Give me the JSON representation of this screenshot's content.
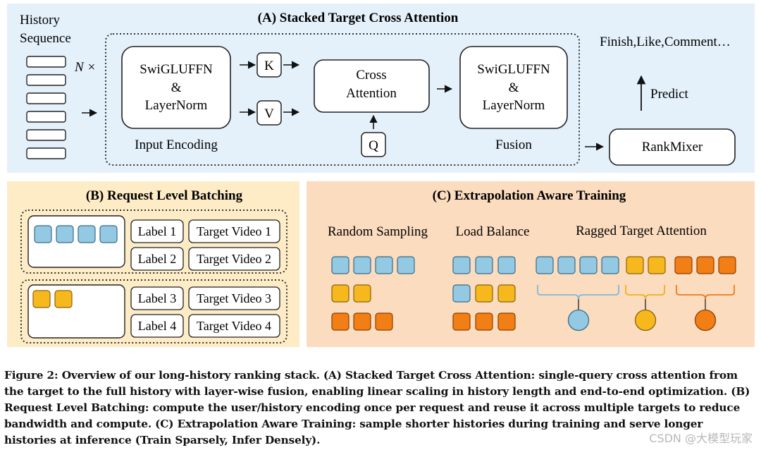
{
  "panel_a": {
    "title": "(A) Stacked Target Cross Attention",
    "history_line1": "History",
    "history_line2": "Sequence",
    "n_times": "N ×",
    "encoder_line1": "SwiGLUFFN",
    "encoder_line2": "&",
    "encoder_line3": "LayerNorm",
    "input_encoding": "Input Encoding",
    "k_label": "K",
    "v_label": "V",
    "q_label": "Q",
    "cross_line1": "Cross",
    "cross_line2": "Attention",
    "fusion_line1": "SwiGLUFFN",
    "fusion_line2": "&",
    "fusion_line3": "LayerNorm",
    "fusion_label": "Fusion",
    "outputs": "Finish,Like,Comment…",
    "predict": "Predict",
    "rankmixer": "RankMixer"
  },
  "panel_b": {
    "title": "(B) Request Level Batching",
    "label1": "Label 1",
    "label2": "Label 2",
    "label3": "Label 3",
    "label4": "Label 4",
    "video1": "Target Video 1",
    "video2": "Target Video 2",
    "video3": "Target Video 3",
    "video4": "Target Video 4"
  },
  "panel_c": {
    "title": "(C) Extrapolation Aware Training",
    "random_sampling": "Random Sampling",
    "load_balance": "Load Balance",
    "ragged": "Ragged Target Attention"
  },
  "colors": {
    "blue": "#93c9e3",
    "yellow": "#f7b81e",
    "orange": "#f27e16",
    "panel_a_bg": "#e4f1fb",
    "panel_b_bg": "#fdecc6",
    "panel_c_bg": "#fbdcbf"
  },
  "caption": "Figure 2: Overview of our long-history ranking stack. (A) Stacked Target Cross Attention: single-query cross attention from the target to the full history with layer-wise fusion, enabling linear scaling in history length and end-to-end optimization. (B) Request Level Batching: compute the user/history encoding once per request and reuse it across multiple targets to reduce bandwidth and compute. (C) Extrapolation Aware Training: sample shorter histories during training and serve longer histories at inference (Train Sparsely, Infer Densely).",
  "watermark": "CSDN @大模型玩家"
}
